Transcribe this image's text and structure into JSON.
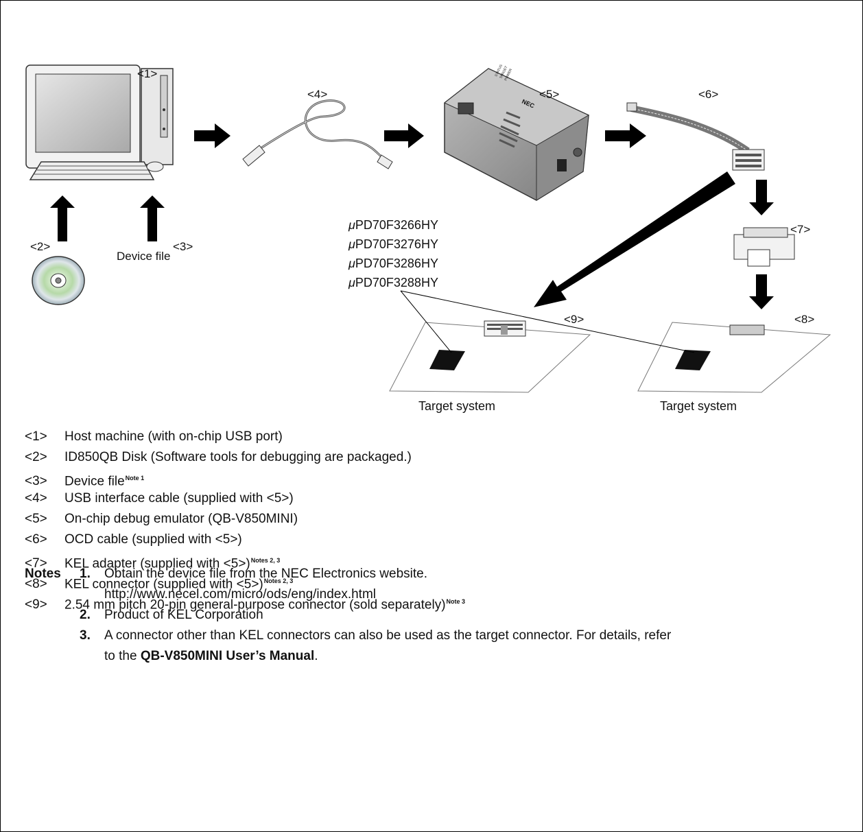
{
  "diagram": {
    "labels": {
      "l1": "<1>",
      "l2": "<2>",
      "l3": "<3>",
      "l4": "<4>",
      "l5": "<5>",
      "l6": "<6>",
      "l7": "<7>",
      "l8": "<8>",
      "l9": "<9>",
      "device_file": "Device file",
      "emulator_brand": "NEC",
      "emulator_leds": [
        "STATUS",
        "TARGET",
        "POWER"
      ]
    },
    "chips": [
      {
        "mu": "μ",
        "name": "PD70F3266HY"
      },
      {
        "mu": "μ",
        "name": "PD70F3276HY"
      },
      {
        "mu": "μ",
        "name": "PD70F3286HY"
      },
      {
        "mu": "μ",
        "name": "PD70F3288HY"
      }
    ],
    "target_system_left": "Target system",
    "target_system_right": "Target system"
  },
  "legend": [
    {
      "num": "<1>",
      "text": "Host machine (with on-chip USB port)",
      "note": ""
    },
    {
      "num": "<2>",
      "text": "ID850QB Disk (Software tools for debugging are packaged.)",
      "note": ""
    },
    {
      "num": "<3>",
      "text": "Device file",
      "note": "Note 1"
    },
    {
      "num": "<4>",
      "text": "USB interface cable (supplied with <5>)",
      "note": ""
    },
    {
      "num": "<5>",
      "text": "On-chip debug emulator (QB-V850MINI)",
      "note": ""
    },
    {
      "num": "<6>",
      "text": "OCD cable (supplied with <5>)",
      "note": ""
    },
    {
      "num": "<7>",
      "text": "KEL adapter (supplied with <5>)",
      "note": "Notes 2, 3"
    },
    {
      "num": "<8>",
      "text": "KEL connector (supplied with <5>)",
      "note": "Notes 2, 3"
    },
    {
      "num": "<9>",
      "text": "2.54 mm pitch 20-pin general-purpose connector (sold separately)",
      "note": "Note 3"
    }
  ],
  "notes": {
    "heading": "Notes",
    "items": [
      {
        "num": "1.",
        "line1": "Obtain the device file from the NEC Electronics website.",
        "line2": "http://www.necel.com/micro/ods/eng/index.html"
      },
      {
        "num": "2.",
        "line1": "Product of KEL Corporation"
      },
      {
        "num": "3.",
        "line1": "A connector other than KEL connectors can also be used as the target connector.  For details, refer",
        "line2_pre": "to the ",
        "line2_bold": "QB-V850MINI User’s Manual",
        "line2_post": "."
      }
    ]
  }
}
